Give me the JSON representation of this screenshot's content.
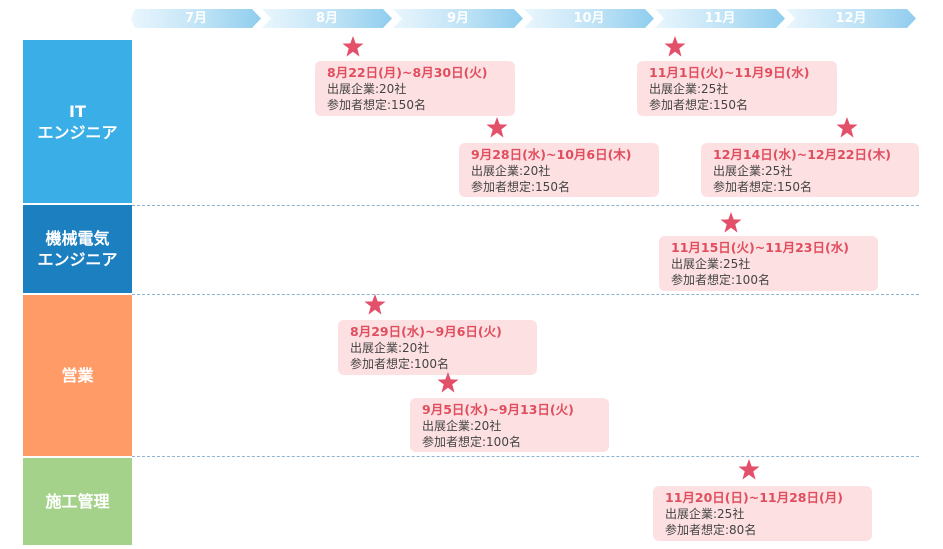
{
  "months": [
    "7月",
    "8月",
    "9月",
    "10月",
    "11月",
    "12月"
  ],
  "categories": [
    {
      "label": "IT\nエンジニア",
      "color": "#3aaee6"
    },
    {
      "label": "機械電気\nエンジニア",
      "color": "#1c7fc0"
    },
    {
      "label": "営業",
      "color": "#fe9b66"
    },
    {
      "label": "施工管理",
      "color": "#a4d28b"
    }
  ],
  "events": [
    {
      "date": "8月22日(月)~8月30日(火)",
      "exhibitors": "出展企業:20社",
      "participants": "参加者想定:150名"
    },
    {
      "date": "11月1日(火)~11月9日(水)",
      "exhibitors": "出展企業:25社",
      "participants": "参加者想定:150名"
    },
    {
      "date": "9月28日(水)~10月6日(木)",
      "exhibitors": "出展企業:20社",
      "participants": "参加者想定:150名"
    },
    {
      "date": "12月14日(水)~12月22日(木)",
      "exhibitors": "出展企業:25社",
      "participants": "参加者想定:150名"
    },
    {
      "date": "11月15日(火)~11月23日(水)",
      "exhibitors": "出展企業:25社",
      "participants": "参加者想定:100名"
    },
    {
      "date": "8月29日(水)~9月6日(火)",
      "exhibitors": "出展企業:20社",
      "participants": "参加者想定:100名"
    },
    {
      "date": "9月5日(水)~9月13日(火)",
      "exhibitors": "出展企業:20社",
      "participants": "参加者想定:100名"
    },
    {
      "date": "11月20日(日)~11月28日(月)",
      "exhibitors": "出展企業:25社",
      "participants": "参加者想定:80名"
    }
  ],
  "colors": {
    "star": "#e2506a",
    "event_bg": "#fde0e2",
    "event_date": "#e04e5e"
  }
}
